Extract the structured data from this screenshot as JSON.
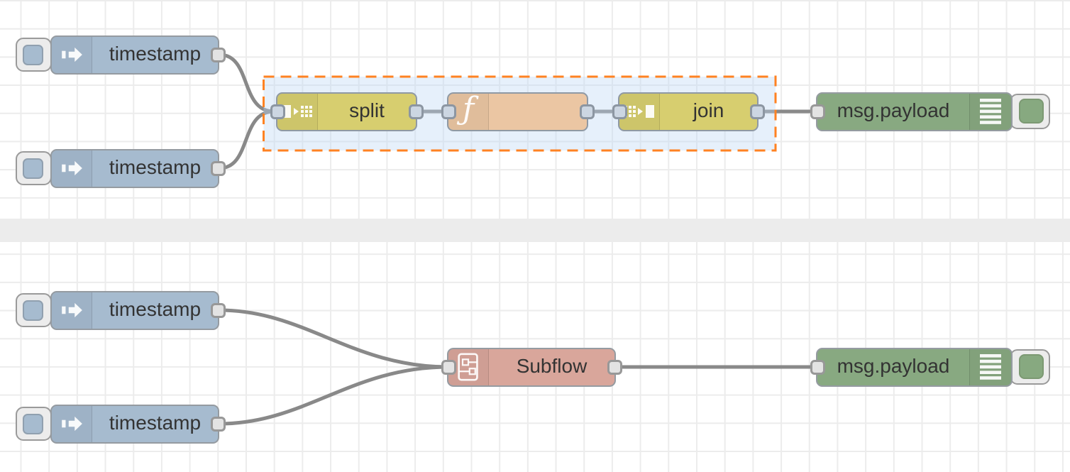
{
  "app": "node-red-flow-editor",
  "canvas": {
    "background": "#ffffff",
    "grid_color": "#ececec",
    "divider_color": "#ececec",
    "wire_color": "#898989"
  },
  "selection": {
    "border_color": "#ff8222",
    "fill_color": "rgba(190,215,245,0.38)",
    "contains": [
      "split",
      "function",
      "join"
    ]
  },
  "icons": {
    "inject": "arrow-in-icon",
    "split": "square-arrow-dots-icon",
    "function": "italic-f-glyph",
    "join": "dots-arrow-square-icon",
    "subflow": "mini-flow-icon",
    "debug": "list-lines-icon"
  },
  "nodes": [
    {
      "id": "inject-top-1",
      "type": "inject",
      "label": "timestamp",
      "color": "#a6bbcf"
    },
    {
      "id": "inject-top-2",
      "type": "inject",
      "label": "timestamp",
      "color": "#a6bbcf"
    },
    {
      "id": "split",
      "type": "split",
      "label": "split",
      "color": "#d7ce6f"
    },
    {
      "id": "function",
      "type": "function",
      "label": "",
      "color": "#ebc6a3",
      "icon_glyph": "ƒ"
    },
    {
      "id": "join",
      "type": "join",
      "label": "join",
      "color": "#d7ce6f"
    },
    {
      "id": "debug-top",
      "type": "debug",
      "label": "msg.payload",
      "color": "#88a981"
    },
    {
      "id": "inject-bottom-1",
      "type": "inject",
      "label": "timestamp",
      "color": "#a6bbcf"
    },
    {
      "id": "inject-bottom-2",
      "type": "inject",
      "label": "timestamp",
      "color": "#a6bbcf"
    },
    {
      "id": "subflow",
      "type": "subflow",
      "label": "Subflow",
      "color": "#d9a69b"
    },
    {
      "id": "debug-bottom",
      "type": "debug",
      "label": "msg.payload",
      "color": "#88a981"
    }
  ]
}
